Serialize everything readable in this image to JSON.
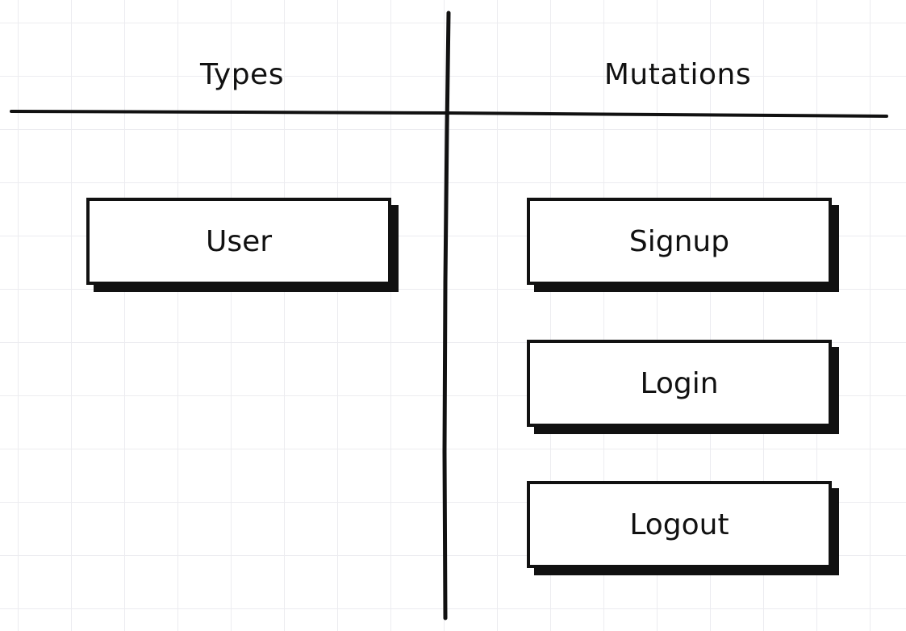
{
  "headings": {
    "types": "Types",
    "mutations": "Mutations"
  },
  "types": {
    "items": [
      "User"
    ]
  },
  "mutations": {
    "items": [
      "Signup",
      "Login",
      "Logout"
    ]
  },
  "colors": {
    "ink": "#111111",
    "grid": "#ececf0",
    "background": "#ffffff"
  }
}
